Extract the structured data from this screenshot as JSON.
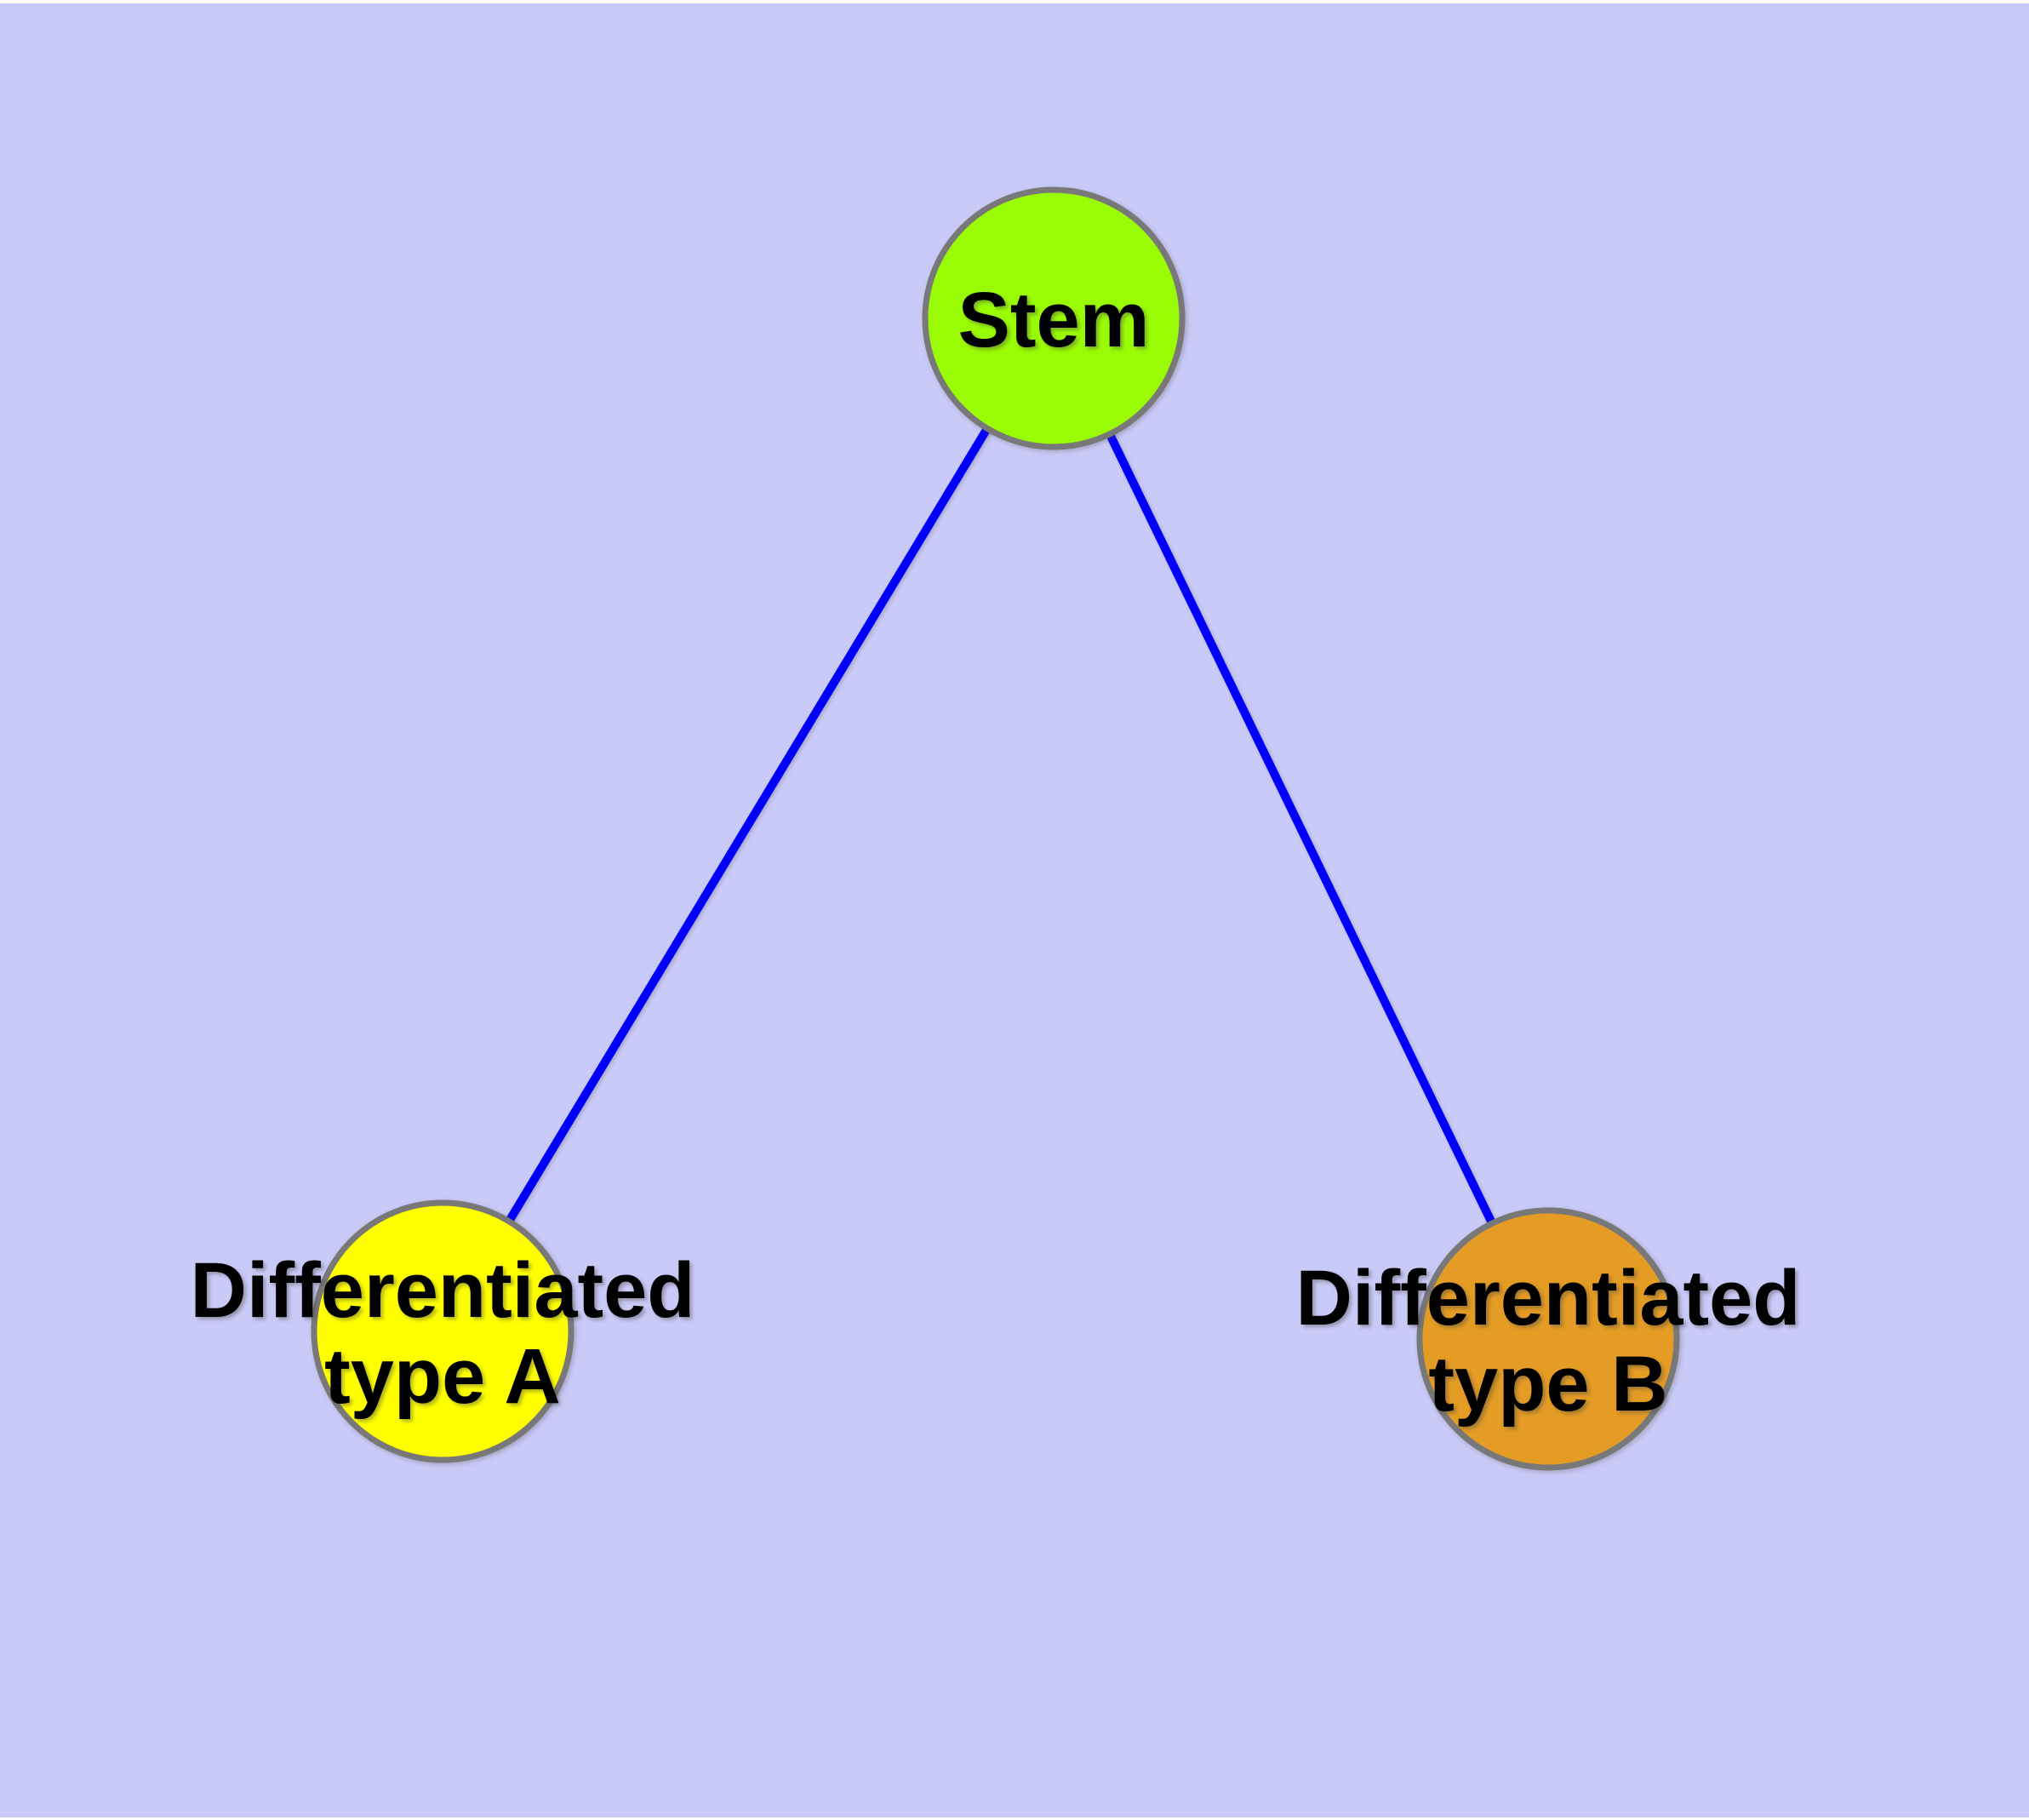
{
  "colors": {
    "background": "#CACAF8",
    "edge": "#0000FA",
    "node_border": "#787878"
  },
  "nodes": {
    "stem": {
      "label": "Stem",
      "fill": "#9AFC04"
    },
    "type_a": {
      "line1": "Differentiated",
      "line2": "type A",
      "fill": "#FFFF00"
    },
    "type_b": {
      "line1": "Differentiated",
      "line2": "type B",
      "fill": "#E49C24"
    }
  },
  "edges": [
    {
      "from": "Stem",
      "to": "Differentiated type A"
    },
    {
      "from": "Stem",
      "to": "Differentiated type B"
    }
  ]
}
